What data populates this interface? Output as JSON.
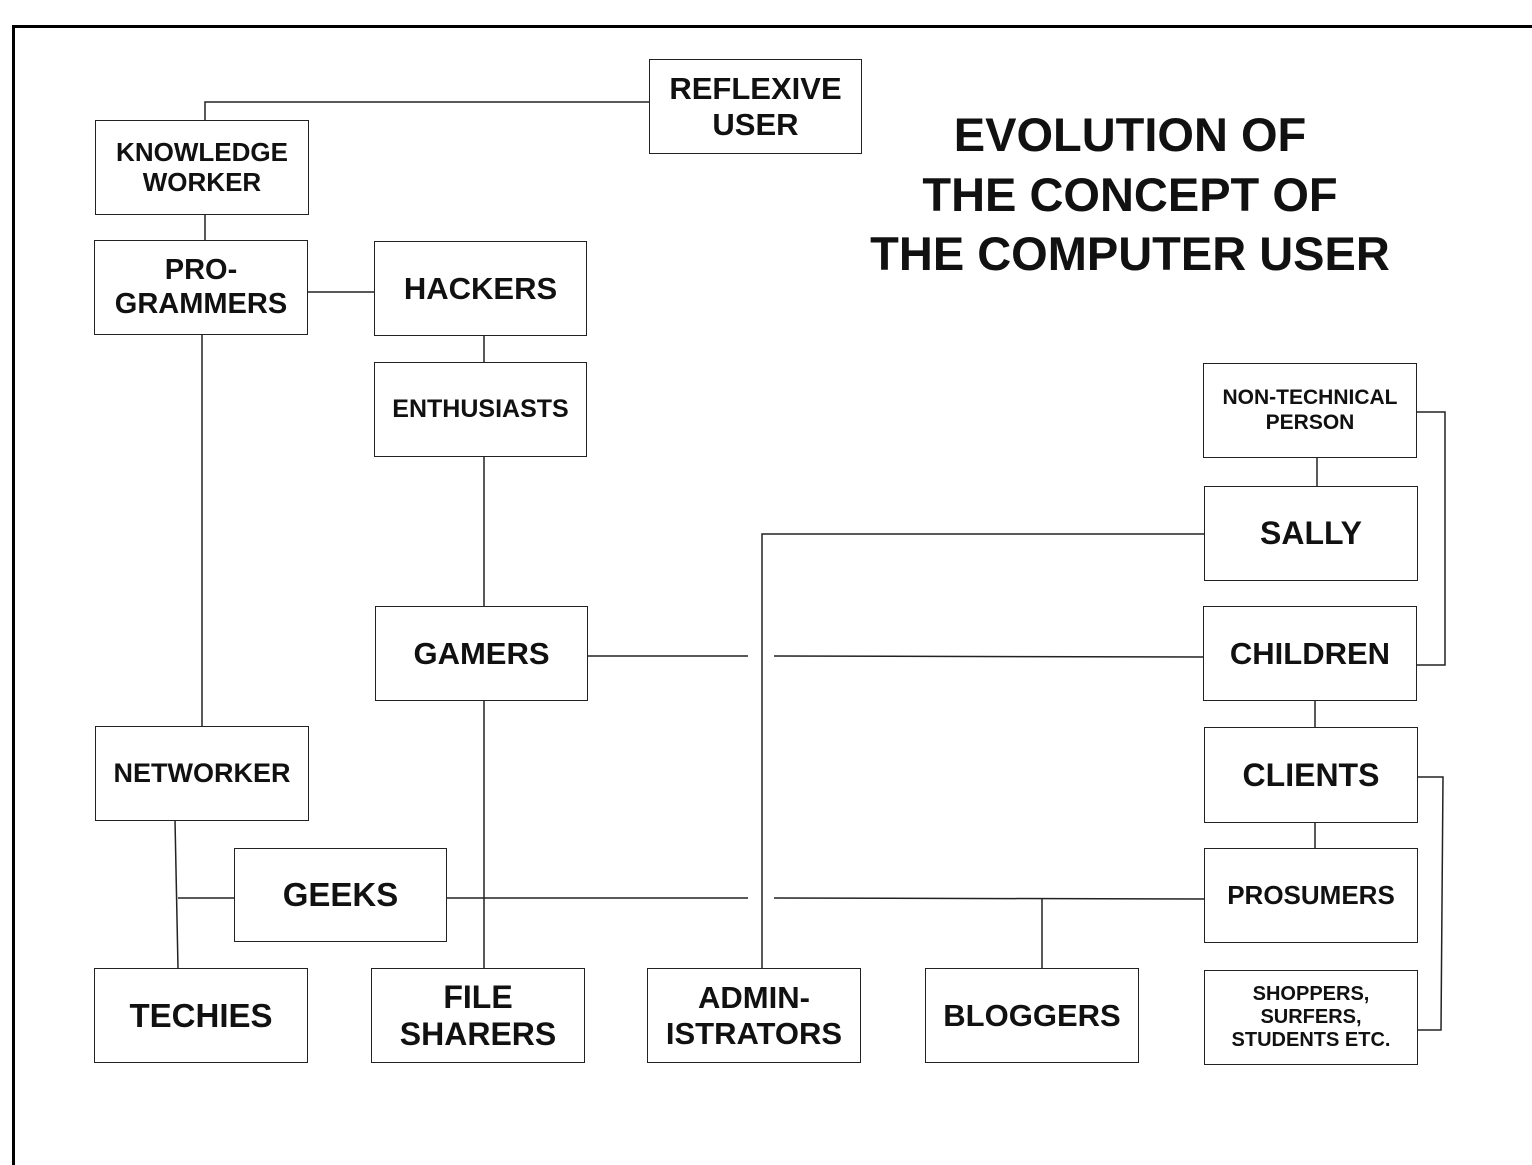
{
  "title": "EVOLUTION OF\nTHE CONCEPT OF\nTHE COMPUTER USER",
  "nodes": {
    "reflexive_user": "REFLEXIVE\nUSER",
    "knowledge_worker": "KNOWLEDGE\nWORKER",
    "programmers": "PRO-\nGRAMMERS",
    "hackers": "HACKERS",
    "enthusiasts": "ENTHUSIASTS",
    "gamers": "GAMERS",
    "networker": "NETWORKER",
    "geeks": "GEEKS",
    "techies": "TECHIES",
    "file_sharers": "FILE\nSHARERS",
    "administrators": "ADMIN-\nISTRATORS",
    "bloggers": "BLOGGERS",
    "non_technical_person": "NON-TECHNICAL\nPERSON",
    "sally": "SALLY",
    "children": "CHILDREN",
    "clients": "CLIENTS",
    "prosumers": "PROSUMERS",
    "shoppers": "SHOPPERS,\nSURFERS,\nSTUDENTS ETC."
  },
  "colors": {
    "line": "#222222",
    "text": "#111111",
    "background": "#ffffff"
  }
}
